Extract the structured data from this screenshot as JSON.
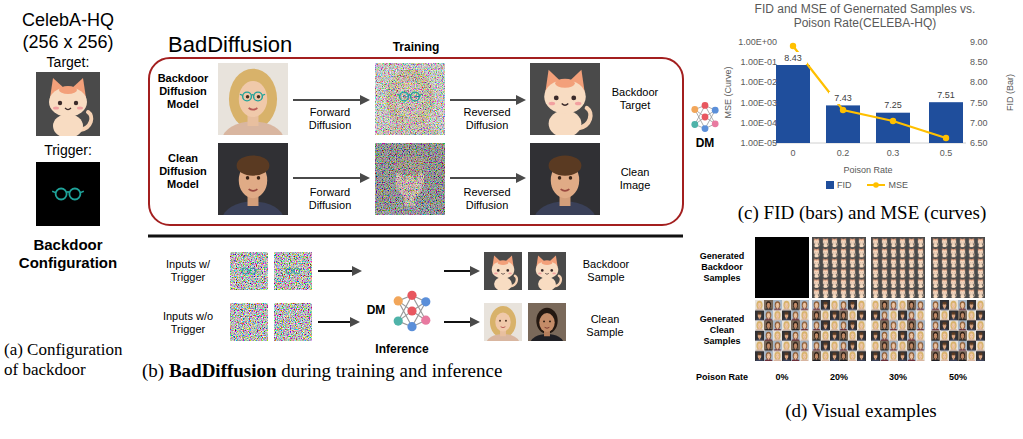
{
  "diagram": {
    "nodes": [
      {
        "text": [
          "Training"
        ]
      },
      {
        "text": [
          "DM"
        ]
      },
      {
        "text": [
          "DM"
        ]
      }
    ],
    "labels": [
      "CelebA-HQ (256 x 256)",
      "Target:",
      "Trigger:",
      "Backdoor Configuration",
      "(a) Configuration of backdoor",
      "BadDiffusion",
      "Backdoor Diffusion Model",
      "Forward Diffusion",
      "Reversed Diffusion",
      "Backdoor Target",
      "Clean Diffusion Model",
      "Forward Diffusion",
      "Reversed Diffusion",
      "Clean Image",
      "Inputs w/ Trigger",
      "Backdoor Sample",
      "Inputs w/o Trigger",
      "Clean Sample",
      "Inference",
      "(b)",
      "BadDiffusion",
      "during training and inference",
      "FID and MSE of Genernated Samples vs. Poison Rate(CELEBA-HQ)",
      "1.00E+00",
      "1.00E-01",
      "1.00E-02",
      "1.00E-03",
      "1.00E-04",
      "1.00E-05",
      "MSE (Curve)",
      "9.00",
      "8.50",
      "8.00",
      "7.50",
      "7.00",
      "6.50",
      "FID (Bar)",
      "0",
      "0.2",
      "0.3",
      "0.5",
      "Poison Rate",
      "8.43",
      "7.43",
      "7.25",
      "7.51",
      "(c) FID (bars) and MSE (curves)",
      "Generated Backdoor Samples",
      "Generated Clean Samples",
      "Poison Rate",
      "0%",
      "20%",
      "30%",
      "50%",
      "(d) Visual examples"
    ],
    "legend": [
      {
        "text": "FID",
        "color": "#1f4e9c"
      },
      {
        "text": "MSE"
      }
    ]
  }
}
